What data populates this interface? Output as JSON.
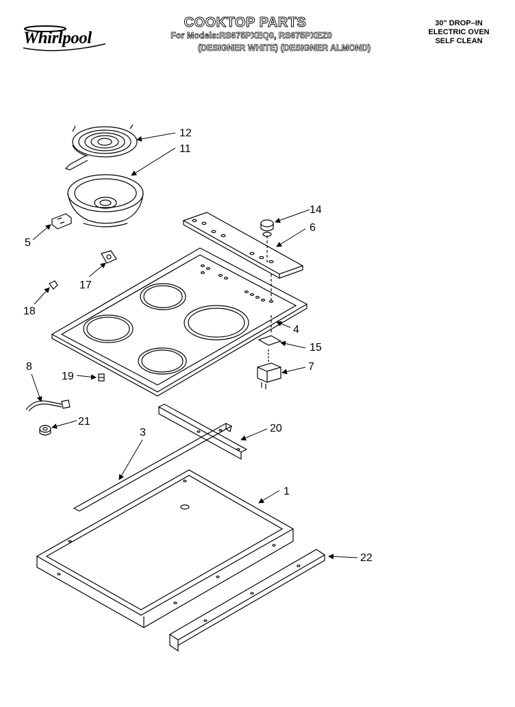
{
  "brand": {
    "logo_text": "Whirlpool"
  },
  "header": {
    "title": "COOKTOP PARTS",
    "models_line": "For Models:RS675PXEQ0, RS675PXEZ0",
    "colors_line": "(DESIGNER WHITE) (DESIGNER ALMOND)"
  },
  "oven_info": {
    "line1": "30\" DROP–IN",
    "line2": "ELECTRIC OVEN",
    "line3": "SELF CLEAN"
  },
  "callouts": {
    "c1": "1",
    "c3": "3",
    "c4": "4",
    "c5": "5",
    "c6": "6",
    "c7": "7",
    "c8": "8",
    "c11": "11",
    "c12": "12",
    "c14": "14",
    "c15": "15",
    "c17": "17",
    "c18": "18",
    "c19": "19",
    "c20": "20",
    "c21": "21",
    "c22": "22"
  }
}
